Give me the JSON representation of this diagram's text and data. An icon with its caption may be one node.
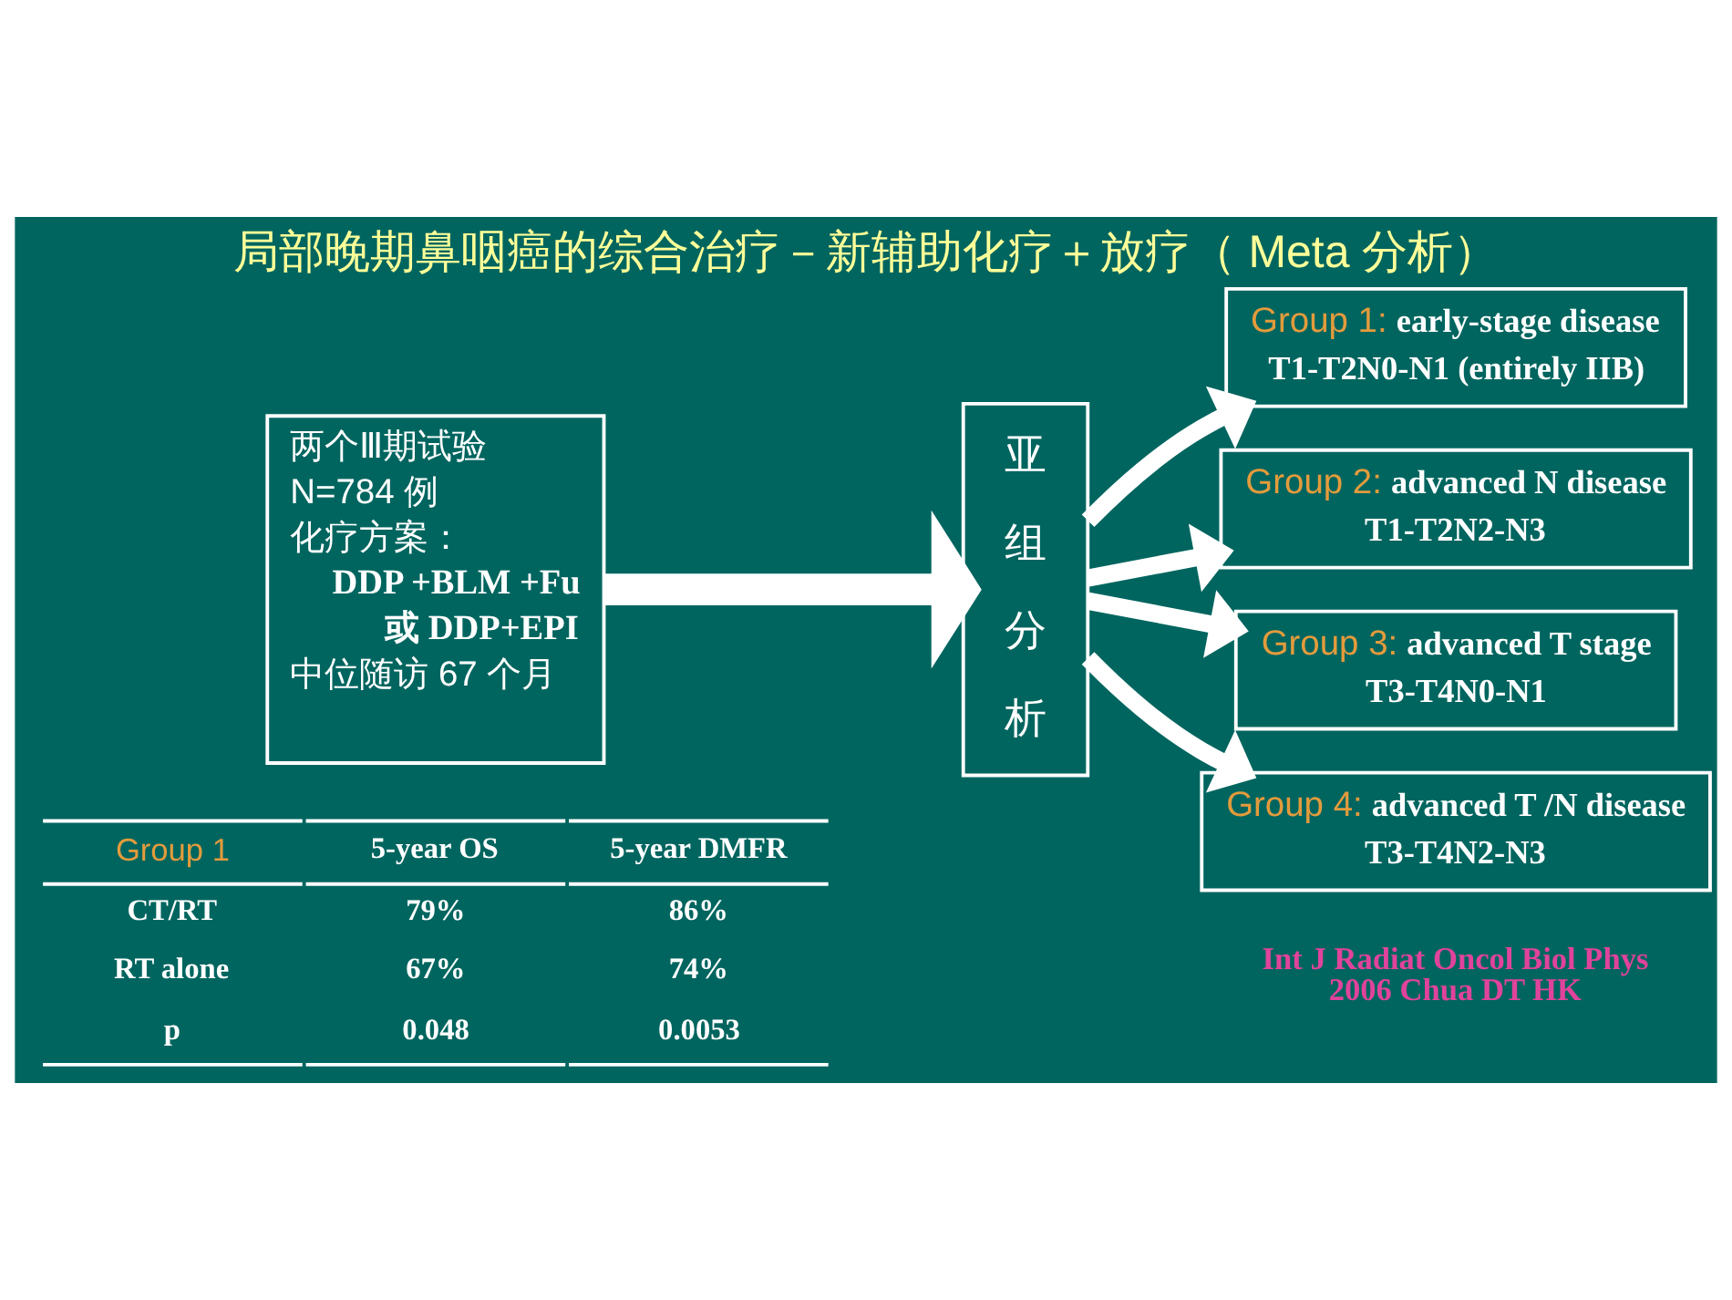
{
  "diagram": {
    "title": "局部晚期鼻咽癌的综合治疗－新辅助化疗＋放疗（ Meta 分析）",
    "nodes": [
      {
        "text": [
          "两个Ⅲ期试验",
          "N=784 例",
          "化疗方案：",
          "DDP +BLM +Fu",
          "或 DDP+EPI",
          "中位随访 67 个月"
        ]
      },
      {
        "text": [
          "亚组分析"
        ]
      },
      {
        "text": [
          "Group 1:",
          "early-stage disease",
          "T1-T2N0-N1 (entirely IIB)"
        ]
      },
      {
        "text": [
          "Group 2:",
          "advanced N disease",
          "T1-T2N2-N3"
        ]
      },
      {
        "text": [
          "Group 3:",
          "advanced T stage",
          "T3-T4N0-N1"
        ]
      },
      {
        "text": [
          "Group 4:",
          "advanced T /N disease",
          "T3-T4N2-N3"
        ]
      }
    ],
    "edges": [
      {
        "from": 0,
        "to": 1,
        "arrow": "to",
        "style": "thick"
      },
      {
        "from": 1,
        "to": 2,
        "arrow": "to"
      },
      {
        "from": 1,
        "to": 3,
        "arrow": "to"
      },
      {
        "from": 1,
        "to": 4,
        "arrow": "to"
      },
      {
        "from": 1,
        "to": 5,
        "arrow": "to"
      }
    ],
    "labels": [
      "Group 1",
      "5-year OS",
      "5-year DMFR",
      "CT/RT",
      "79%",
      "86%",
      "RT alone",
      "67%",
      "74%",
      "p",
      "0.048",
      "0.0053",
      "Int J Radiat Oncol Biol Phys 2006 Chua DT HK"
    ]
  }
}
